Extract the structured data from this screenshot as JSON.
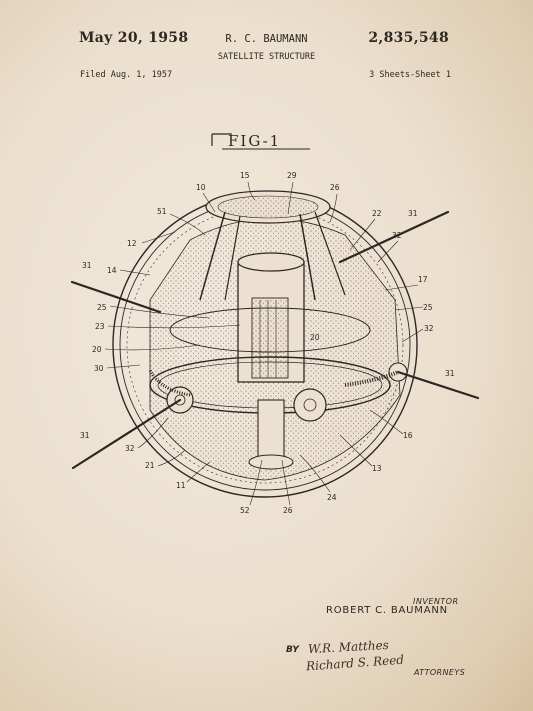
{
  "header": {
    "date": "May 20, 1958",
    "inventor_header": "R. C. BAUMANN",
    "patent_number": "2,835,548",
    "title": "SATELLITE STRUCTURE",
    "filed": "Filed Aug. 1, 1957",
    "sheets": "3 Sheets-Sheet 1"
  },
  "figure": {
    "label": "FIG-1",
    "reference_numerals": [
      "10",
      "15",
      "29",
      "26",
      "22",
      "31",
      "32",
      "51",
      "12",
      "14",
      "17",
      "25",
      "23",
      "20",
      "30",
      "31",
      "32",
      "13",
      "16",
      "21",
      "11",
      "52",
      "26",
      "24",
      "31",
      "25",
      "20",
      "32",
      "31"
    ]
  },
  "footer": {
    "inventor_label": "INVENTOR",
    "inventor_name": "ROBERT C. BAUMANN",
    "by_label": "BY",
    "signature_1": "W.R. Matthes",
    "signature_2": "Richard S. Reed",
    "attorneys_label": "ATTORNEYS"
  },
  "colors": {
    "paper": "#ece1d0",
    "ink": "#2d2722"
  }
}
